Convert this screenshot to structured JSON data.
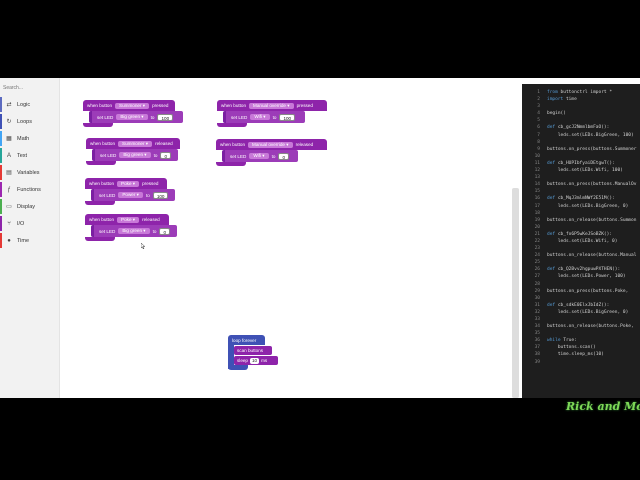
{
  "toolbox": {
    "search_placeholder": "Search...",
    "items": [
      {
        "label": "Logic",
        "color": "#5c6bc0",
        "icon": "logic-icon",
        "glyph": "⇄"
      },
      {
        "label": "Loops",
        "color": "#3f51b5",
        "icon": "loop-icon",
        "glyph": "↻"
      },
      {
        "label": "Math",
        "color": "#42a5f5",
        "icon": "math-icon",
        "glyph": "▦"
      },
      {
        "label": "Text",
        "color": "#26a69a",
        "icon": "text-icon",
        "glyph": "A"
      },
      {
        "label": "Variables",
        "color": "#e53935",
        "icon": "variables-icon",
        "glyph": "▤"
      },
      {
        "label": "Functions",
        "color": "#9c27b0",
        "icon": "functions-icon",
        "glyph": "ƒ"
      },
      {
        "label": "Display",
        "color": "#4caf50",
        "icon": "display-icon",
        "glyph": "▭"
      },
      {
        "label": "I/O",
        "color": "#8e24aa",
        "icon": "io-icon",
        "glyph": "⑂"
      },
      {
        "label": "Time",
        "color": "#e53935",
        "icon": "time-icon",
        "glyph": "●"
      }
    ]
  },
  "blocks": [
    {
      "event": "when button",
      "button": "Summoner",
      "action": "pressed",
      "set": "set LED",
      "led": "Big green",
      "to": "to",
      "value": "100"
    },
    {
      "event": "when button",
      "button": "Summoner",
      "action": "released",
      "set": "set LED",
      "led": "Big green",
      "to": "to",
      "value": "0"
    },
    {
      "event": "when button",
      "button": "Poke",
      "action": "pressed",
      "set": "set LED",
      "led": "Power",
      "to": "to",
      "value": "100"
    },
    {
      "event": "when button",
      "button": "Poke",
      "action": "released",
      "set": "set LED",
      "led": "Big green",
      "to": "to",
      "value": "0"
    },
    {
      "event": "when button",
      "button": "Manual override",
      "action": "pressed",
      "set": "set LED",
      "led": "Wifi",
      "to": "to",
      "value": "100"
    },
    {
      "event": "when button",
      "button": "Manual override",
      "action": "released",
      "set": "set LED",
      "led": "Wifi",
      "to": "to",
      "value": "0"
    }
  ],
  "loop": {
    "label": "loop forever",
    "scan": "scan buttons",
    "sleep": "sleep",
    "sleep_value": "10",
    "unit": "ms"
  },
  "code_lines": [
    "from buttonctrl import *",
    "import time",
    "",
    "begin()",
    "",
    "def cb_gcJ2NmmlbmFaO():",
    "    leds.set(LEDs.BigGreen, 100)",
    "",
    "buttons.on_press(buttons.Summoner",
    "",
    "def cb_HUPIbfyaiDEtgwT():",
    "    leds.set(LEDs.Wifi, 100)",
    "",
    "buttons.on_press(buttons.ManualOv",
    "",
    "def cb_MqJ3mlmNWf2E51M():",
    "    leds.set(LEDs.BigGreen, 0)",
    "",
    "buttons.on_release(buttons.Summon",
    "",
    "def cb_fo6P5wKeJSoBZK():",
    "    leds.set(LEDs.Wifi, 0)",
    "",
    "buttons.on_release(buttons.Manual",
    "",
    "def cb_Q2Bvv2hgpuwPXTHEN():",
    "    leds.set(LEDs.Power, 100)",
    "",
    "buttons.on_press(buttons.Poke,",
    "",
    "def cb_sdkE0ElxJbIdZ():",
    "    leds.set(LEDs.BigGreen, 0)",
    "",
    "buttons.on_release(buttons.Poke,",
    "",
    "while True:",
    "    buttons.scan()",
    "    time.sleep_ms(10)",
    ""
  ],
  "logo_text": "Rick and Morty",
  "colors": {
    "event_block": "#8e24aa",
    "loop_block": "#3f51b5",
    "code_bg": "#1e1e1e",
    "keyword": "#569cd6"
  }
}
